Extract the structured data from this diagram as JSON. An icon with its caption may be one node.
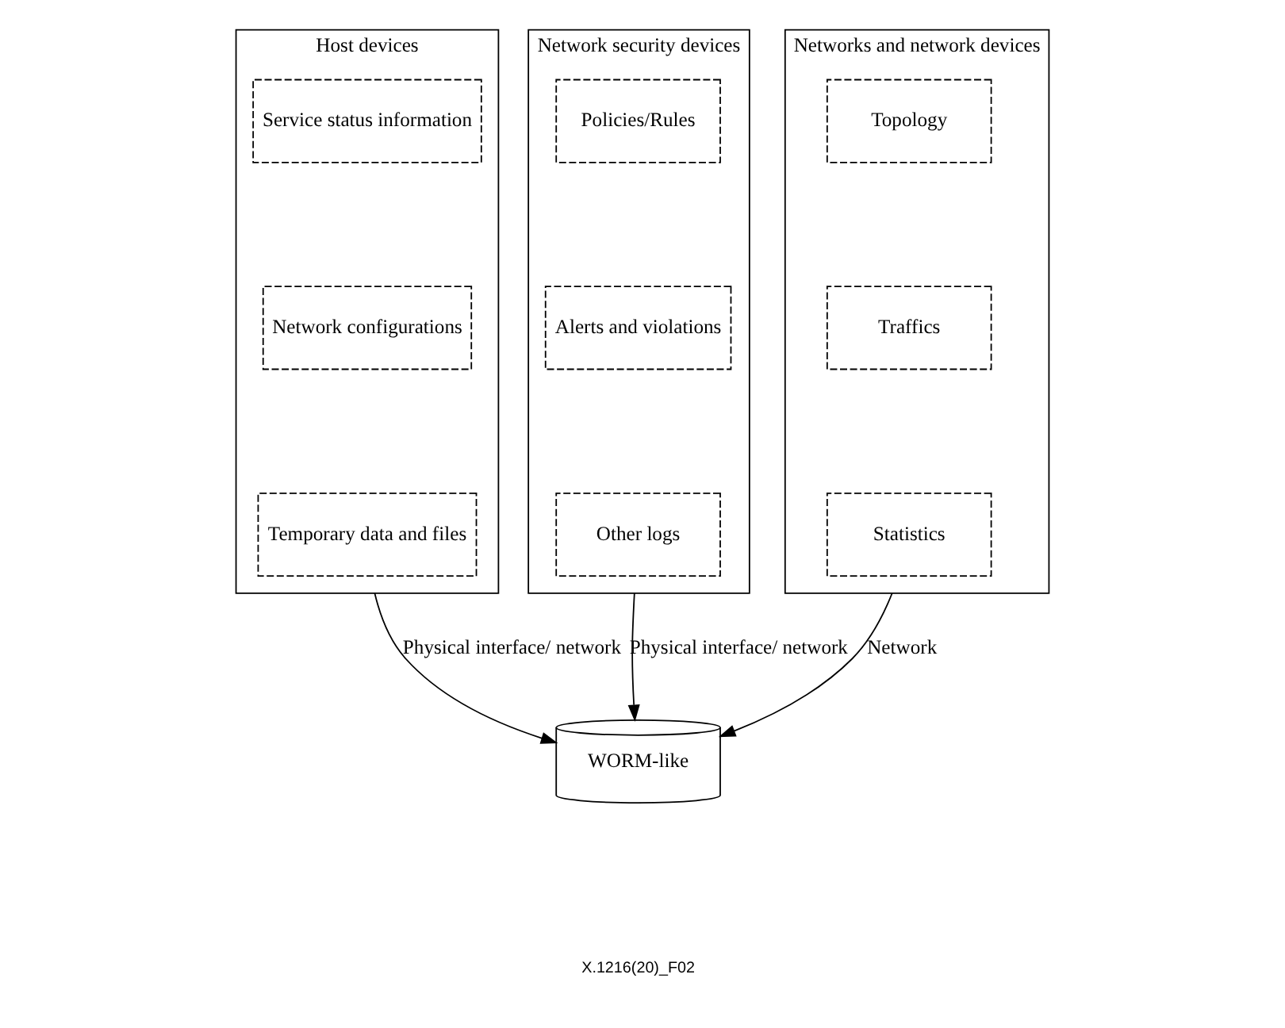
{
  "diagram": {
    "nodes": [
      {
        "text": [
          "Host devices"
        ]
      },
      {
        "text": [
          "Service status information"
        ],
        "in": 0
      },
      {
        "text": [
          "Network configurations"
        ],
        "in": 0
      },
      {
        "text": [
          "Temporary data and files"
        ],
        "in": 0
      },
      {
        "text": [
          "Network security devices"
        ]
      },
      {
        "text": [
          "Policies/Rules"
        ],
        "in": 4
      },
      {
        "text": [
          "Alerts and violations"
        ],
        "in": 4
      },
      {
        "text": [
          "Other logs"
        ],
        "in": 4
      },
      {
        "text": [
          "Networks and network devices"
        ]
      },
      {
        "text": [
          "Topology"
        ],
        "in": 8
      },
      {
        "text": [
          "Traffics"
        ],
        "in": 8
      },
      {
        "text": [
          "Statistics"
        ],
        "in": 8
      },
      {
        "text": [
          "WORM-like"
        ]
      }
    ],
    "edges": [
      {
        "from": 0,
        "to": 12,
        "arrow": "to",
        "label": "Physical interface/ network"
      },
      {
        "from": 4,
        "to": 12,
        "arrow": "to",
        "label": "Physical interface/ network"
      },
      {
        "from": 8,
        "to": 12,
        "arrow": "to",
        "label": "Network"
      }
    ],
    "labels": [
      "X.1216(20)_F02"
    ]
  }
}
